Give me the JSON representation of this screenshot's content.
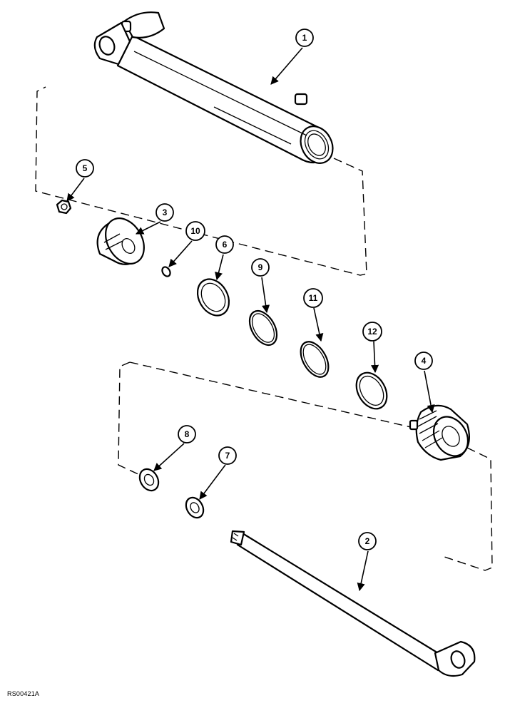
{
  "figure": {
    "reference_code": "RS00421A"
  },
  "callouts": [
    "1",
    "2",
    "3",
    "4",
    "5",
    "6",
    "7",
    "8",
    "9",
    "10",
    "11",
    "12"
  ],
  "colors": {
    "ink": "#000000",
    "paper": "#ffffff"
  }
}
